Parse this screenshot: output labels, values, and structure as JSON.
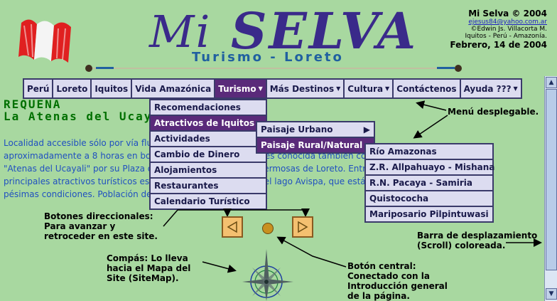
{
  "header": {
    "logo_mi": "Mi",
    "logo_selva": "SELVA",
    "subtitle": "Turismo  -  Loreto",
    "site_title": "Mi Selva © 2004",
    "email": "ejesus84@yahoo.com.ar",
    "author": "©Edwin Js. Villacorta M.",
    "location": "Iquitos - Perú - Amazonía.",
    "date": "Febrero, 14 de 2004"
  },
  "menu": {
    "items": [
      {
        "label": "Perú"
      },
      {
        "label": "Loreto"
      },
      {
        "label": "Iquitos"
      },
      {
        "label": "Vida Amazónica"
      },
      {
        "label": "Turismo"
      },
      {
        "label": "Más Destinos"
      },
      {
        "label": "Cultura"
      },
      {
        "label": "Contáctenos"
      },
      {
        "label": "Ayuda ???"
      }
    ]
  },
  "dropdown_turismo": [
    "Recomendaciones",
    "Atractivos de Iquitos",
    "Actividades",
    "Cambio de Dinero",
    "Alojamientos",
    "Restaurantes",
    "Calendario Turístico"
  ],
  "dropdown_atractivos": [
    "Paisaje Urbano",
    "Paisaje Rural/Natural"
  ],
  "dropdown_rural": [
    "Río Amazonas",
    "Z.R. Allpahuayo - Mishana",
    "R.N. Pacaya - Samiria",
    "Quistococha",
    "Mariposario Pilpintuwasi"
  ],
  "content": {
    "title_line1": "REQUENA",
    "title_line2": "La Atenas del Ucayali",
    "body": "Localidad accesible sólo por vía fluvial, se ubica en la ribera del río Ucayali, a aproximadamente a 8 horas en bote desde Iquitos. Requena es conocida también como la \"Atenas del Ucayali\" por su Plaza de Armas una de las más hermosas de Loreto. Entre sus principales atractivos turísticos está la ciudad en sí misma y el lago Avispa, que está en pésimas condiciones. Población de 22 324 habitantes (2003)."
  },
  "annotations": {
    "menu": "Menú desplegable.",
    "buttons": "Botones direccionales:\nPara avanzar y\nretroceder en este site.",
    "scroll": "Barra de desplazamiento\n(Scroll) coloreada.",
    "central": "Botón central:\nConectado con la\nIntroducción general\nde la página.",
    "compass": "Compás: Lo lleva\nhacia el Mapa del\nSite (SiteMap)."
  },
  "colors": {
    "background": "#a8d8a0",
    "menu_active": "#5a2a7a",
    "menu_item": "#dcdcf0"
  }
}
